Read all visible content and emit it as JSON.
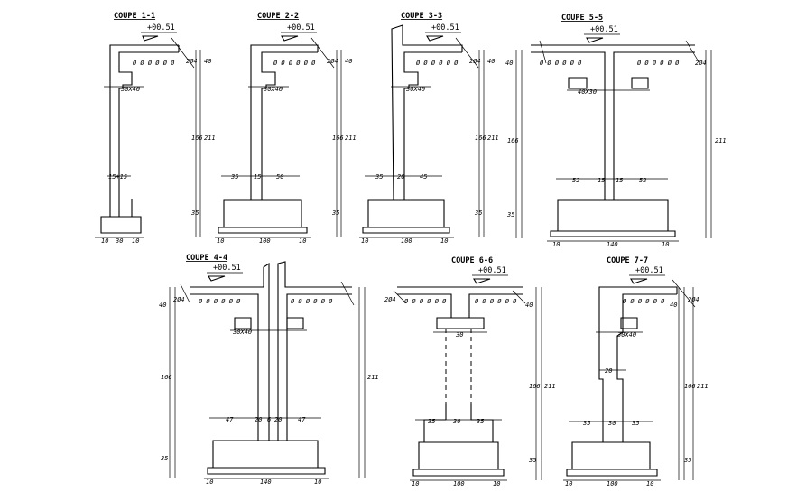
{
  "sections": [
    {
      "id": "s1",
      "title": "COUPE 1-1",
      "level": "+00.51",
      "dims": {
        "top": "2Ø4",
        "v1": "40",
        "v2": "211",
        "v3": "166",
        "v4": "35",
        "beam": "30X40",
        "web": "15+15",
        "base": [
          "10",
          "30",
          "10"
        ]
      }
    },
    {
      "id": "s2",
      "title": "COUPE 2-2",
      "level": "+00.51",
      "dims": {
        "top": "2Ø4",
        "v1": "40",
        "v2": "211",
        "v3": "166",
        "v4": "35",
        "beam": "30X40",
        "web": [
          "35",
          "15",
          "50"
        ],
        "base": [
          "10",
          "100",
          "10"
        ]
      }
    },
    {
      "id": "s3",
      "title": "COUPE 3-3",
      "level": "+00.51",
      "dims": {
        "top": "2Ø4",
        "v1": "40",
        "v2": "211",
        "v3": "166",
        "v4": "35",
        "beam": "30X40",
        "web": [
          "35",
          "20",
          "45"
        ],
        "base": [
          "10",
          "100",
          "10"
        ]
      }
    },
    {
      "id": "s5",
      "title": "COUPE 5-5",
      "level": "+00.51",
      "dims": {
        "top": "2Ø4",
        "v1": "40",
        "v2": "211",
        "v3": "166",
        "v4": "35",
        "beam": "40X30",
        "web": [
          "52",
          "15",
          "15",
          "52"
        ],
        "base": [
          "10",
          "140",
          "10"
        ]
      }
    },
    {
      "id": "s4",
      "title": "COUPE 4-4",
      "level": "+00.51",
      "dims": {
        "top": "2Ø4",
        "v1": "40",
        "v2": "211",
        "v3": "166",
        "v4": "35",
        "beam": "30X40",
        "web": [
          "47",
          "20",
          "6",
          "20",
          "47"
        ],
        "base": [
          "10",
          "140",
          "10"
        ]
      }
    },
    {
      "id": "s6",
      "title": "COUPE 6-6",
      "level": "+00.51",
      "dims": {
        "top": "2Ø4",
        "v1": "40",
        "v2": "211",
        "v3": "166",
        "v4": "35",
        "beam": "30",
        "web": [
          "35",
          "30",
          "35"
        ],
        "base": [
          "10",
          "100",
          "10"
        ]
      }
    },
    {
      "id": "s7",
      "title": "COUPE 7-7",
      "level": "+00.51",
      "dims": {
        "top": "2Ø4",
        "v1": "40",
        "v2": "211",
        "v3": "166",
        "v4": "35",
        "beam": "30X40",
        "web": [
          "35",
          "30",
          "35"
        ],
        "base": [
          "10",
          "100",
          "10"
        ]
      }
    }
  ]
}
